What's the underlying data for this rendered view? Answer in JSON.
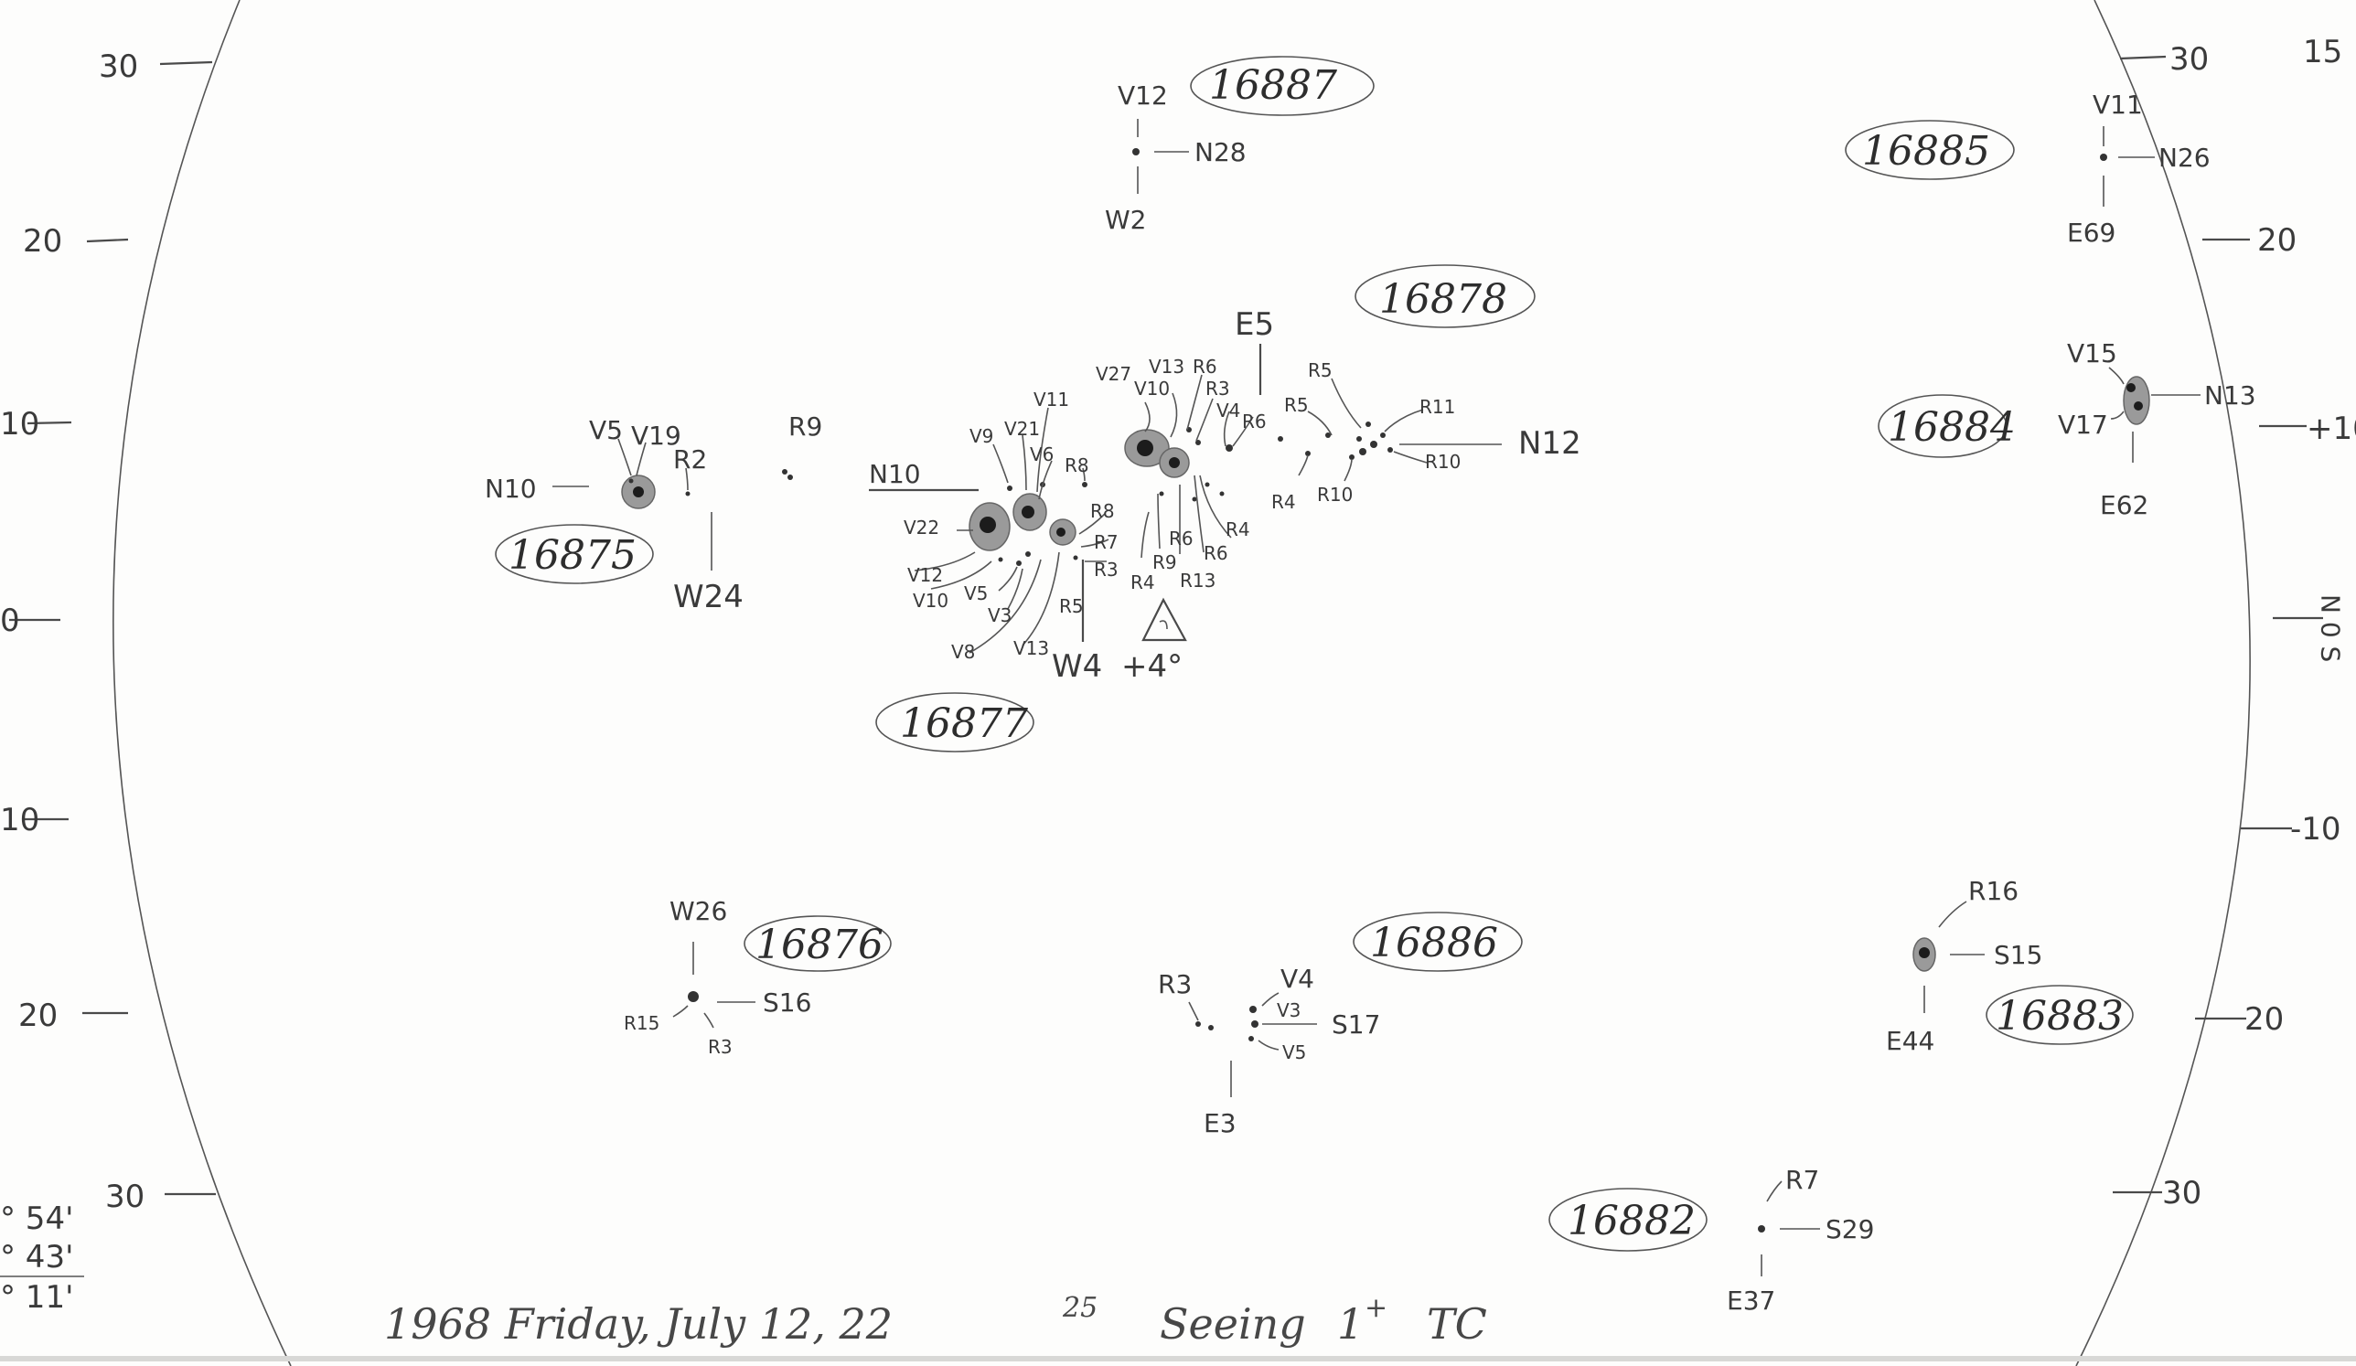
{
  "disk": {
    "left_scale_labels": [
      "30",
      "20",
      "10",
      "0",
      "10",
      "20",
      "30"
    ],
    "right_scale_labels": [
      "30",
      "20",
      "+10",
      "N\n0\nS",
      "-10",
      "20",
      "30"
    ],
    "corner_label": "15"
  },
  "regions": [
    {
      "number": "16887",
      "labels": [
        "V12",
        "N28",
        "W2"
      ]
    },
    {
      "number": "16885",
      "labels": []
    },
    {
      "number": "16878",
      "labels": [
        "E5",
        "V27",
        "V13",
        "R6",
        "V10",
        "R3",
        "V4",
        "R6",
        "R5",
        "R5",
        "R11",
        "N12",
        "R4",
        "R10",
        "R10"
      ]
    },
    {
      "number": "16875",
      "labels": [
        "V5",
        "V19",
        "R2",
        "R9",
        "N10",
        "W24"
      ]
    },
    {
      "number": "16877",
      "labels": [
        "N10",
        "V9",
        "V21",
        "V11",
        "V6",
        "R8",
        "R8",
        "R7",
        "R3",
        "R4",
        "R9",
        "R13",
        "R6",
        "R6",
        "R4",
        "V22",
        "V12",
        "V10",
        "V5",
        "V3",
        "R5",
        "V8",
        "V13",
        "W4"
      ]
    },
    {
      "number": "16884",
      "labels": [
        "V15",
        "N13",
        "V17",
        "E62"
      ]
    },
    {
      "number": "16876",
      "labels": [
        "W26",
        "R15",
        "S16",
        "R3"
      ]
    },
    {
      "number": "16886",
      "labels": [
        "R3",
        "V4",
        "V3",
        "S17",
        "V5",
        "E3"
      ]
    },
    {
      "number": "16883",
      "labels": [
        "R16",
        "S15",
        "E44"
      ]
    },
    {
      "number": "16882",
      "labels": [
        "R7",
        "S29",
        "E37"
      ]
    }
  ],
  "extra_labels": {
    "n26_group": [
      "V11",
      "N26",
      "E69"
    ],
    "triangle_note": "+4°"
  },
  "left_margin_notes": [
    "° 54'",
    "° 43'",
    "° 11'"
  ],
  "footer": {
    "date": "1968 Friday, July 12, 22",
    "time_sup": "25",
    "seeing": "Seeing",
    "seeing_val": "1",
    "seeing_sup": "+",
    "initials": "TC"
  },
  "colors": {
    "paper": "#fdfdfc",
    "pencil": "#3a3a3a",
    "penumbra": "#9a9a9a",
    "umbra": "#1c1c1c"
  }
}
